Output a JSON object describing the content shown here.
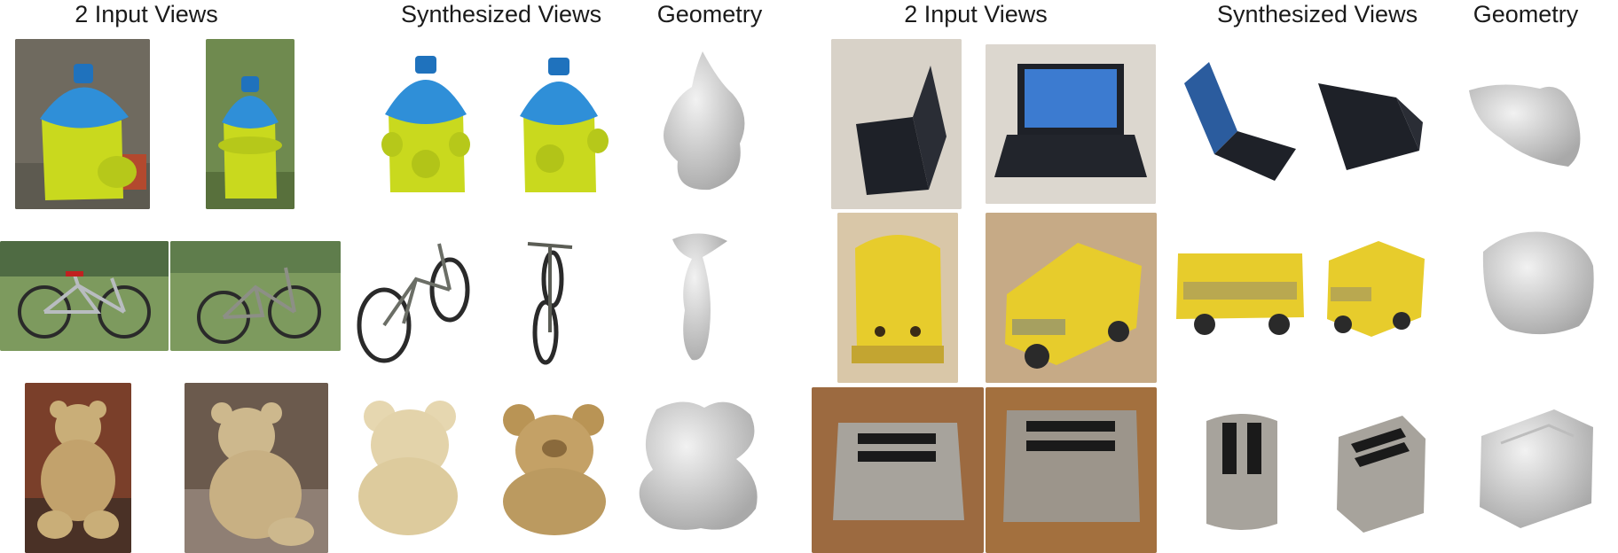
{
  "figure": {
    "left_panel": {
      "headers": {
        "input_views": "2 Input Views",
        "synthesized_views": "Synthesized Views",
        "geometry": "Geometry"
      },
      "rows": [
        {
          "object": "hydrant"
        },
        {
          "object": "bicycle"
        },
        {
          "object": "teddybear"
        }
      ]
    },
    "right_panel": {
      "headers": {
        "input_views": "2 Input Views",
        "synthesized_views": "Synthesized Views",
        "geometry": "Geometry"
      },
      "rows": [
        {
          "object": "laptop"
        },
        {
          "object": "toybus"
        },
        {
          "object": "toaster"
        }
      ]
    }
  },
  "colors": {
    "hydrant_cap": "#2f8fd8",
    "hydrant_body": "#c9d91e",
    "grass": "#6f8a4f",
    "bear": "#c9ae78",
    "laptop": "#1e2128",
    "bus": "#e7cc2c",
    "toaster": "#a7a39c",
    "mesh": "#d9d9d9"
  }
}
